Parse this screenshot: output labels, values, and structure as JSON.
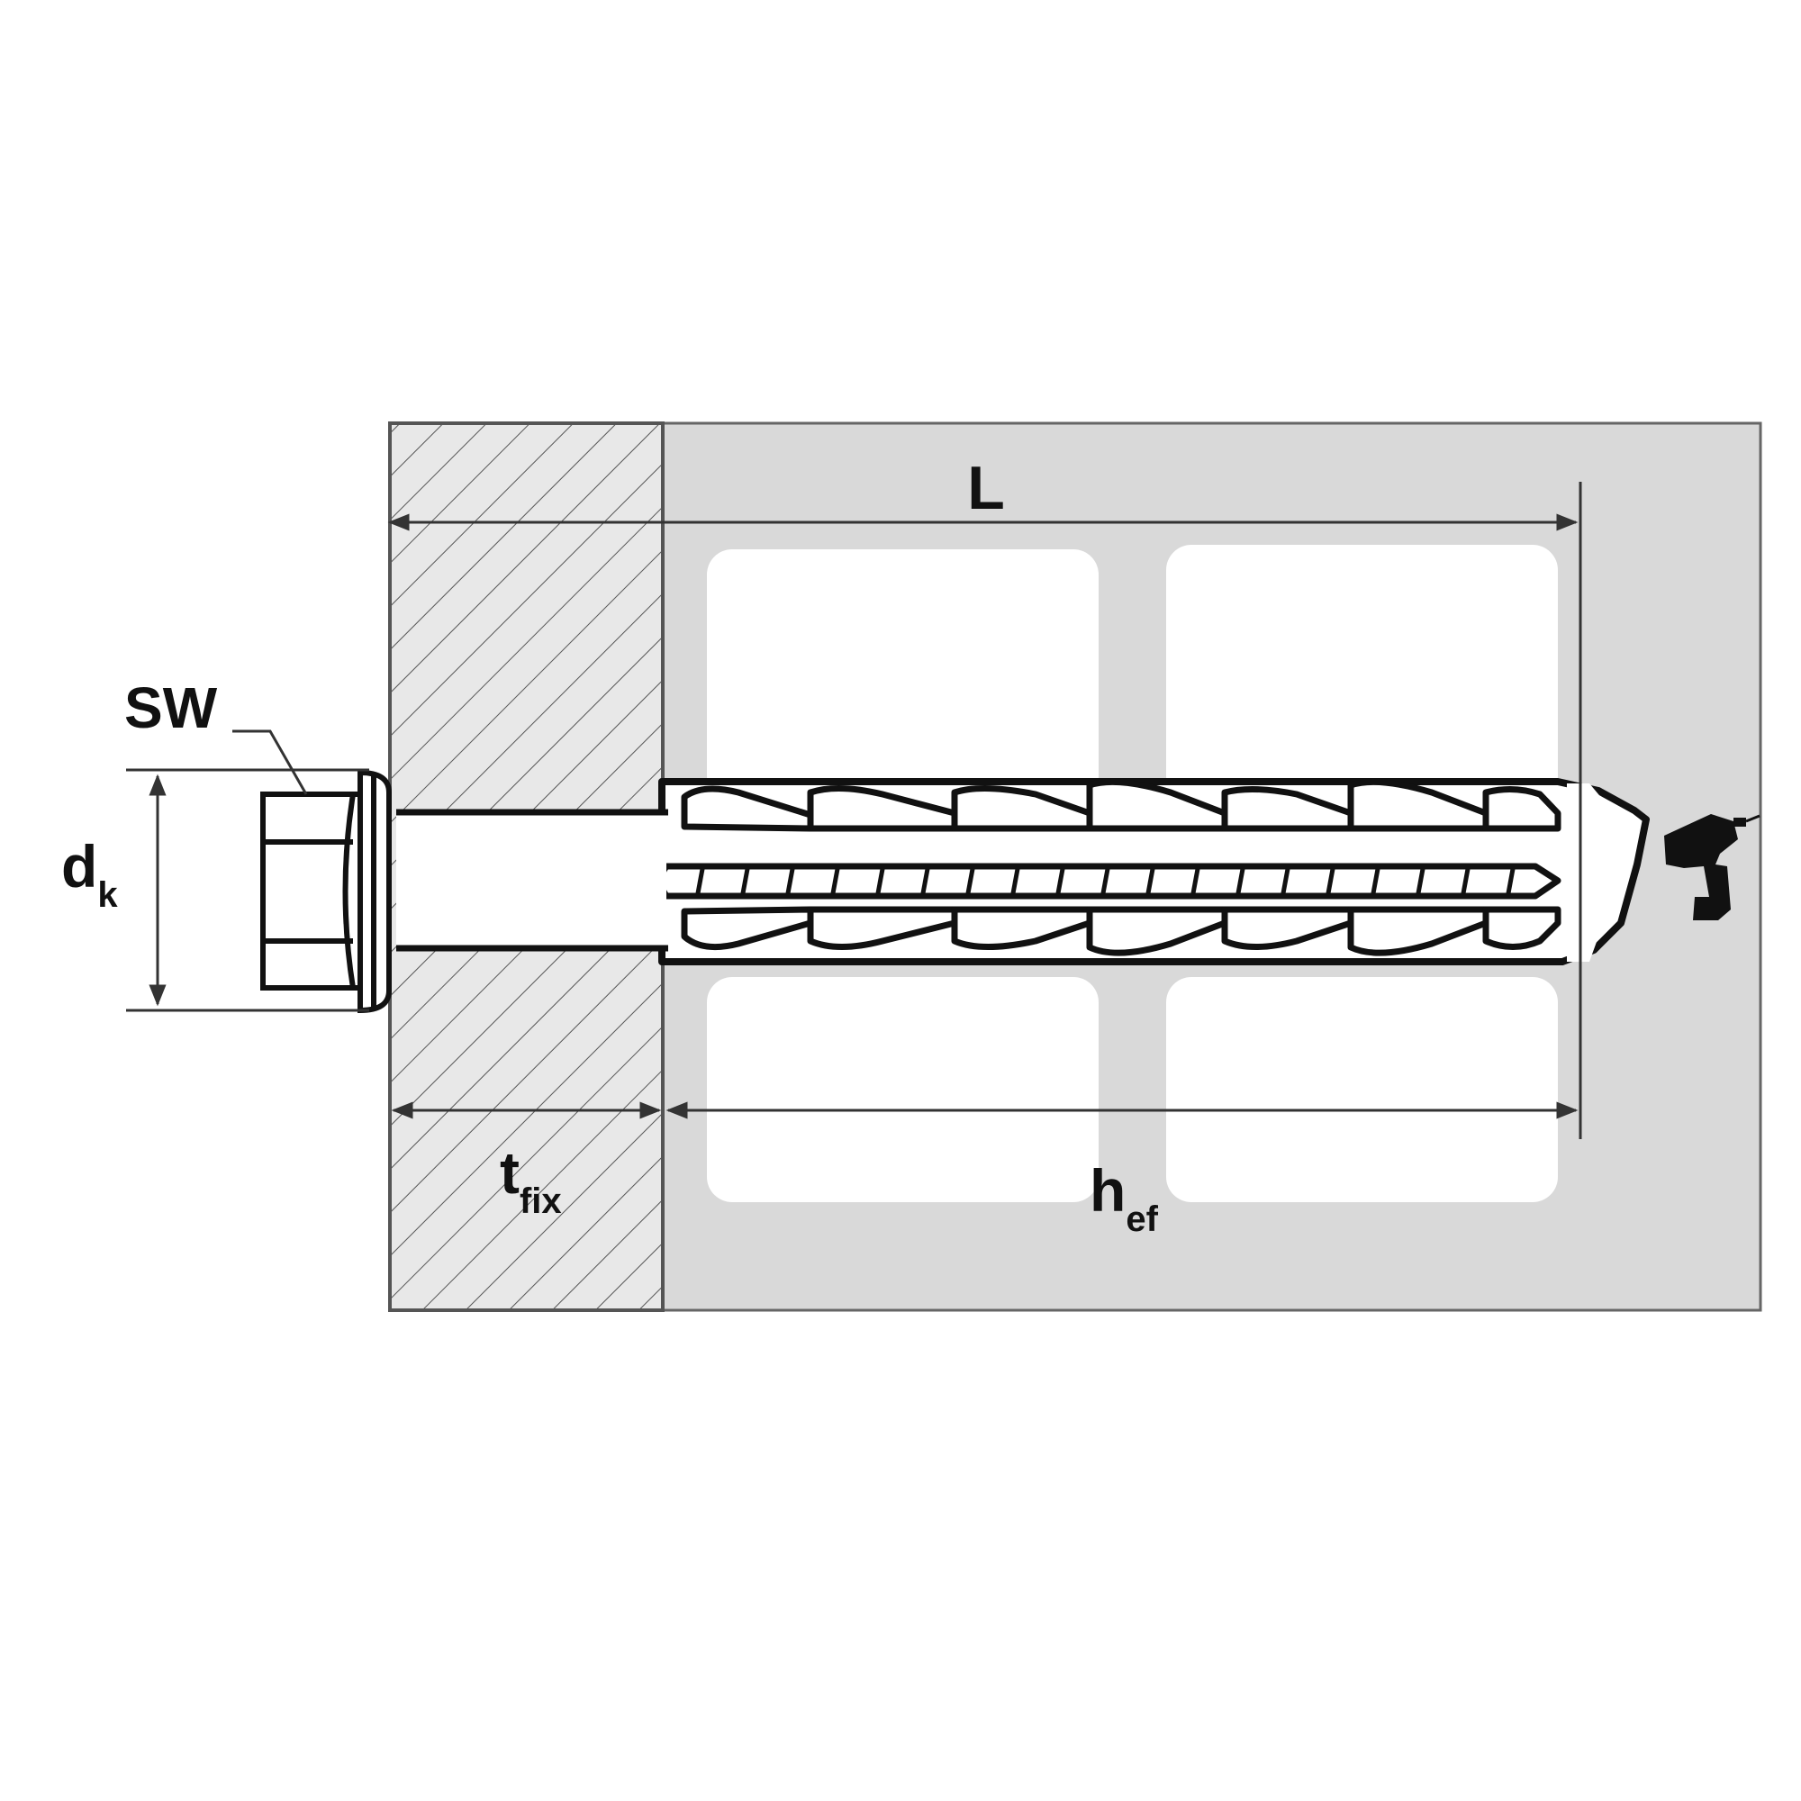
{
  "labels": {
    "length": "L",
    "wrench_size": "SW",
    "head_diameter_main": "d",
    "head_diameter_sub": "k",
    "fixture_thickness_main": "t",
    "fixture_thickness_sub": "fix",
    "embedment_depth_main": "h",
    "embedment_depth_sub": "ef"
  },
  "icons": {
    "drill": "drill-icon"
  },
  "colors": {
    "masonry": "#d9d9d9",
    "cavity": "#ffffff",
    "line": "#111111",
    "dimension": "#333333"
  }
}
